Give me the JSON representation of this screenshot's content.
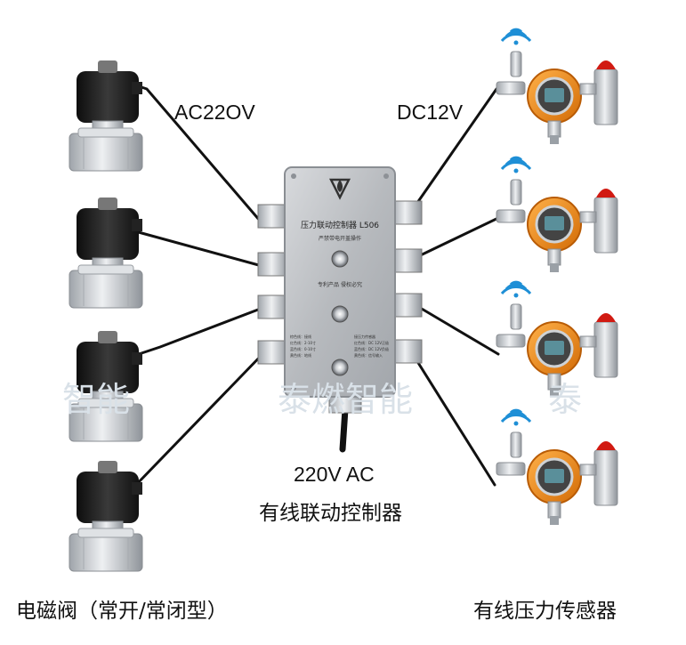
{
  "labels": {
    "voltage_left": "AC22OV",
    "voltage_right": "DC12V",
    "power_input": "220V AC",
    "controller_name": "有线联动控制器",
    "valve_caption": "电磁阀（常开/常闭型）",
    "sensor_caption": "有线压力传感器"
  },
  "controller": {
    "title": "压力联动控制器  L506",
    "subtitle": "严禁带电开盖操作",
    "patent": "专利产品  侵权必究",
    "left_table": [
      "棕色线：接线",
      "红色线：2-10寸",
      "蓝色线：0-10寸",
      "黄色线：地线"
    ],
    "right_table": [
      "接压力传感器",
      "红色线：DC 12V正极",
      "蓝色线：DC 12V负极",
      "黄色线：信号输入"
    ]
  },
  "watermarks": [
    "智能",
    "泰燃智能",
    "泰"
  ],
  "colors": {
    "cable": "#111111",
    "valve_coil": "#1b1b1b",
    "steel": "#c9ccd0",
    "sensor_orange": "#f08a1c",
    "beacon_red": "#d11a12",
    "wifi_blue": "#1e8fd6",
    "controller_body": "#b9bcc0"
  },
  "icons": [
    "wifi-icon",
    "solenoid-valve-icon",
    "pressure-sensor-icon",
    "flame-logo-icon",
    "indicator-light-icon"
  ]
}
